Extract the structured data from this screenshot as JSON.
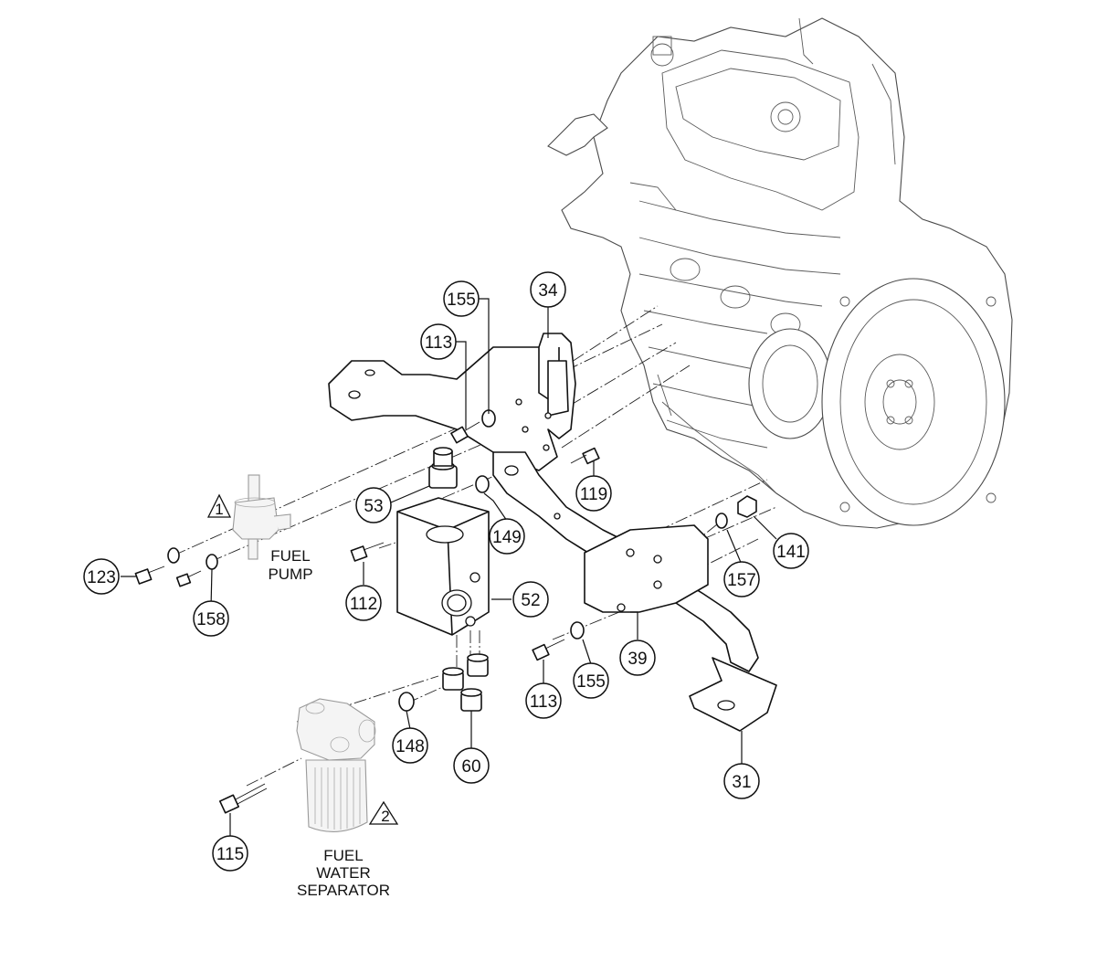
{
  "callouts": [
    {
      "id": "c155a",
      "text": "155"
    },
    {
      "id": "c34",
      "text": "34"
    },
    {
      "id": "c113a",
      "text": "113"
    },
    {
      "id": "c119",
      "text": "119"
    },
    {
      "id": "c53",
      "text": "53"
    },
    {
      "id": "c149",
      "text": "149"
    },
    {
      "id": "c141",
      "text": "141"
    },
    {
      "id": "c157",
      "text": "157"
    },
    {
      "id": "c123",
      "text": "123"
    },
    {
      "id": "c158",
      "text": "158"
    },
    {
      "id": "c112",
      "text": "112"
    },
    {
      "id": "c52",
      "text": "52"
    },
    {
      "id": "c39",
      "text": "39"
    },
    {
      "id": "c113b",
      "text": "113"
    },
    {
      "id": "c155b",
      "text": "155"
    },
    {
      "id": "c148",
      "text": "148"
    },
    {
      "id": "c60",
      "text": "60"
    },
    {
      "id": "c31",
      "text": "31"
    },
    {
      "id": "c115",
      "text": "115"
    }
  ],
  "notes": {
    "note1": "1",
    "note2": "2"
  },
  "labels": {
    "fuel_pump": [
      "FUEL",
      "PUMP"
    ],
    "fuel_water_separator": [
      "FUEL",
      "WATER",
      "SEPARATOR"
    ]
  }
}
